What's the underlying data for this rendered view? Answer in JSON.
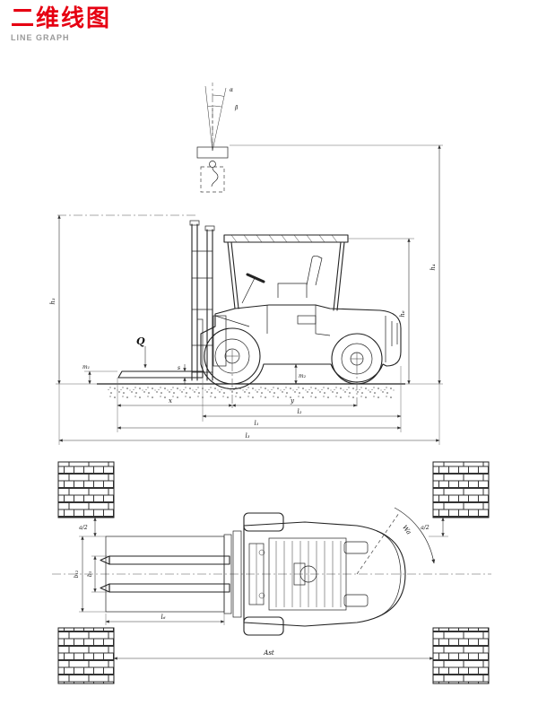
{
  "header": {
    "title": "二维线图",
    "subtitle": "LINE GRAPH"
  },
  "colors": {
    "title_red": "#e60012",
    "line_dark": "#222222",
    "dim_gray": "#555555"
  },
  "drawing": {
    "labels": {
      "alpha": "α",
      "beta": "β",
      "load": "Q",
      "h3": "h₃",
      "h4": "h₄",
      "h6": "h₆",
      "m1": "m₁",
      "m2": "m₂",
      "s": "s",
      "x": "x",
      "y": "y",
      "l1": "l₁",
      "l2": "l₂",
      "l3": "l₃",
      "l6": "l₆",
      "b5": "b₅",
      "b12": "b₁₂",
      "a2": "a/2",
      "ast": "Ast",
      "wa": "Wa"
    }
  }
}
